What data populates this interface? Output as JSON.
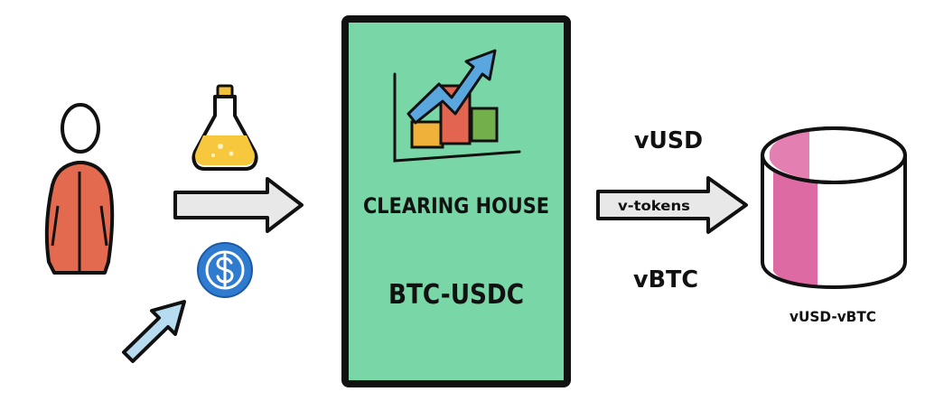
{
  "clearing_house": {
    "title": "CLEARING HOUSE",
    "market": "BTC-USDC"
  },
  "arrow_out": {
    "label": "v-tokens"
  },
  "tokens": {
    "top": "vUSD",
    "bottom": "vBTC"
  },
  "pool": {
    "label": "vUSD-vBTC"
  },
  "colors": {
    "box_fill": "#79d6a7",
    "person": "#e36a4f",
    "flask_liquid": "#f7c73d",
    "usdc": "#2f7bd0",
    "pool_band": "#de6aa3",
    "arrow_fill": "#e8e8e8",
    "input_arrow_fill": "#b7dcf0"
  },
  "icons": {
    "person": "person-icon",
    "flask": "flask-icon",
    "coin": "usdc-coin-icon",
    "chart": "growth-chart-icon",
    "cylinder": "database-cylinder-icon"
  }
}
